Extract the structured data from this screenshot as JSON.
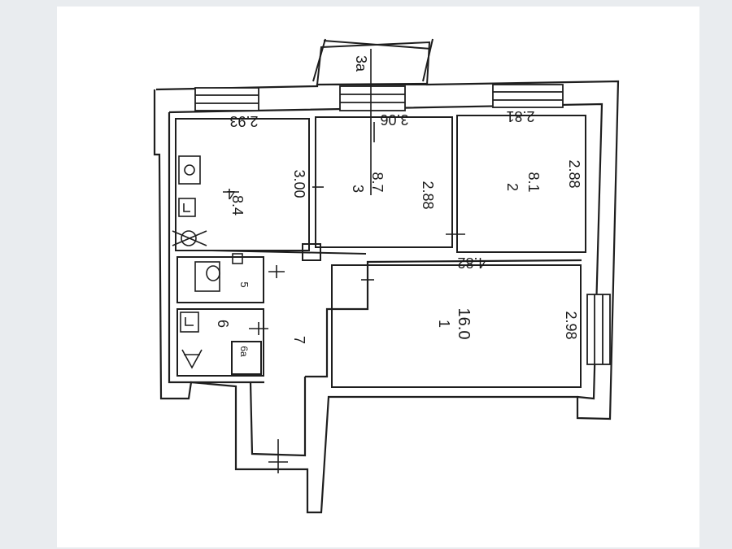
{
  "rooms": {
    "r1": {
      "number": "1",
      "area": "16.0",
      "width": "4.82",
      "depth": "2.98"
    },
    "r2": {
      "number": "2",
      "area": "8.1",
      "width": "2.81",
      "depth": "2.88"
    },
    "r3": {
      "number": "3",
      "area": "8.7",
      "width": "3.06",
      "depth": "2.88"
    },
    "r4": {
      "number": "4",
      "area": "8.4",
      "width": "2.93",
      "depth": "3.00"
    },
    "r5": {
      "number": "5"
    },
    "r6": {
      "number": "6"
    },
    "r6a": {
      "number": "6a"
    },
    "r7": {
      "number": "7"
    },
    "balcony": {
      "number": "3a"
    }
  },
  "colors": {
    "wall": "#1e1e1e",
    "paper": "#ffffff",
    "background": "#e9ecef"
  },
  "icons": [
    "stove-icon",
    "sink-icon",
    "toilet-icon",
    "bathtub-icon",
    "wash-basin-icon"
  ]
}
